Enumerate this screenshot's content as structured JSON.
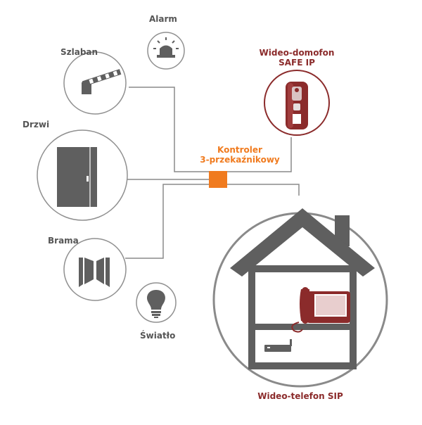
{
  "labels": {
    "alarm": "Alarm",
    "szlaban": "Szlaban",
    "drzwi": "Drzwi",
    "brama": "Brama",
    "swiatlo": "Światło",
    "domofon_line1": "Wideo-domofon",
    "domofon_line2": "SAFE IP",
    "controller_line1": "Kontroler",
    "controller_line2": "3-przekaźnikowy",
    "telefon": "Wideo-telefon SIP"
  },
  "colors": {
    "line_gray": "#8a8a8a",
    "icon_gray": "#5f5f5f",
    "circle_gray": "#909090",
    "dark_red": "#8b2b2b",
    "orange": "#f07b1f"
  }
}
